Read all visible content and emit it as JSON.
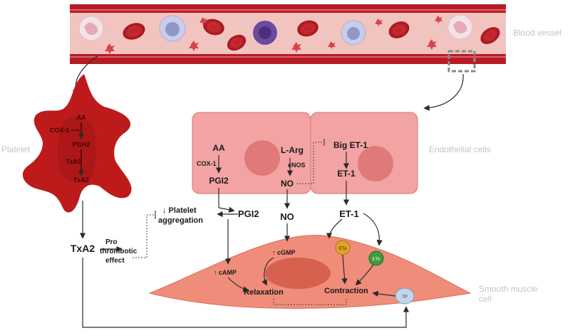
{
  "labels": {
    "blood_vessel": "Blood vessel",
    "platelet": "Platelet",
    "endothelial_cells": "Endothelial cells",
    "smooth_muscle_cell_line1": "Smooth muscle",
    "smooth_muscle_cell_line2": "cell"
  },
  "platelet": {
    "aa": "AA",
    "cox1": "COX-1",
    "pgh2": "PGH2",
    "txas": "TxAS",
    "txa2": "TxA2"
  },
  "endothelial_left": {
    "aa": "AA",
    "cox1": "COX-1",
    "pgi2": "PGI2"
  },
  "endothelial_right": {
    "larg": "L-Arg",
    "enos": "eNOS",
    "no": "NO",
    "big_et1": "Big ET-1",
    "et1": "ET-1"
  },
  "outside": {
    "pgi2": "PGI2",
    "no": "NO",
    "et1": "ET-1",
    "txa2": "TxA2",
    "platelet_agg_line1": "↓ Platelet",
    "platelet_agg_line2": "aggregation",
    "pro_thrombotic_line1": "Pro",
    "pro_thrombotic_line2": "thrombotic",
    "pro_thrombotic_line3": "effect"
  },
  "muscle": {
    "camp": "↑ cAMP",
    "cgmp": "↑ cGMP",
    "relaxation": "Relaxation",
    "contraction": "Contraction",
    "eta": "ETa",
    "etb": "ETb",
    "tp": "TP"
  },
  "colors": {
    "vessel_wall": "#b71c24",
    "vessel_lumen": "#f2c4bf",
    "platelet": "#bd1b1b",
    "endothelial": "#f3a3a3",
    "smooth_muscle": "#f08d7a",
    "eta_receptor": "#e2a326",
    "etb_receptor": "#3e9b3e",
    "tp_receptor": "#c4d5ea"
  }
}
